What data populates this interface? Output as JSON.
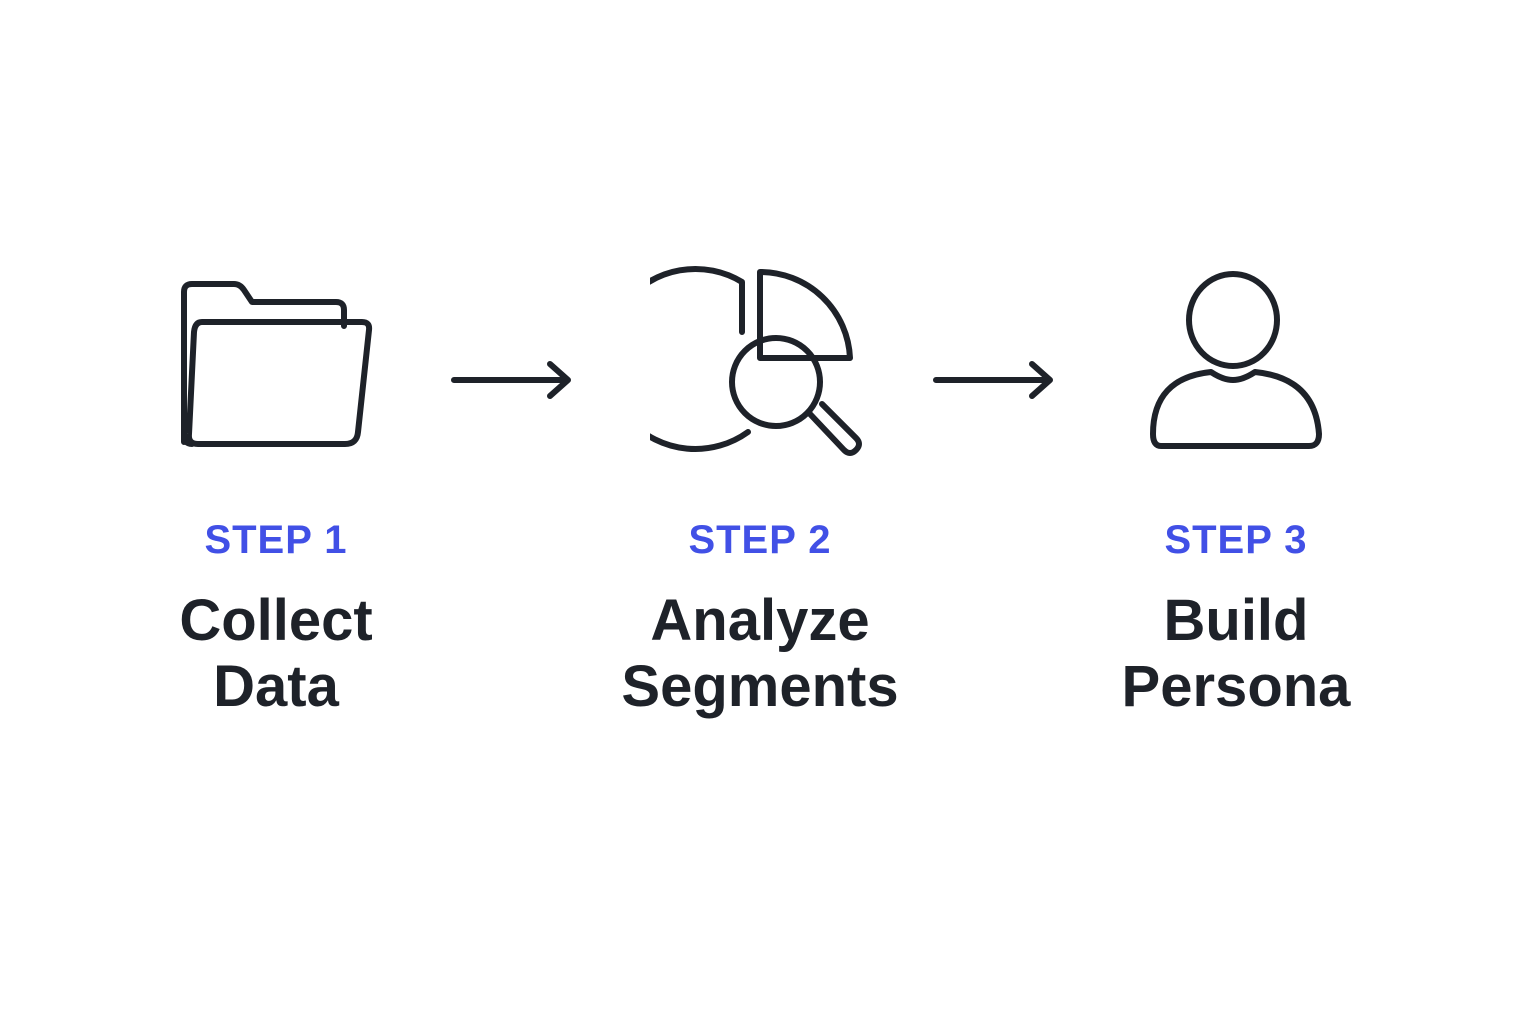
{
  "colors": {
    "accent": "#4150e6",
    "text": "#1e2229",
    "icon_stroke": "#1e2229",
    "background": "#ffffff"
  },
  "steps": [
    {
      "label": "STEP 1",
      "title_line1": "Collect",
      "title_line2": "Data",
      "icon": "folder-icon"
    },
    {
      "label": "STEP 2",
      "title_line1": "Analyze",
      "title_line2": "Segments",
      "icon": "pie-chart-search-icon"
    },
    {
      "label": "STEP 3",
      "title_line1": "Build",
      "title_line2": "Persona",
      "icon": "user-icon"
    }
  ]
}
